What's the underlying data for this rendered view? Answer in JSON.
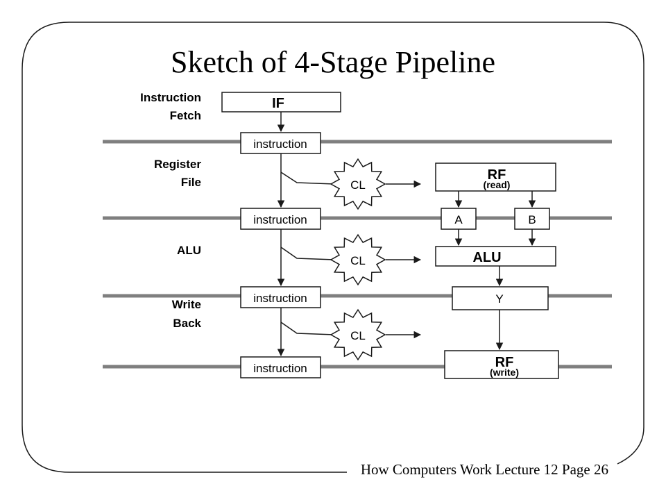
{
  "slide": {
    "title": "Sketch of 4-Stage Pipeline",
    "footer": "How Computers Work Lecture 12 Page 26"
  },
  "stages": {
    "fetch_line1": "Instruction",
    "fetch_line2": "Fetch",
    "regfile_line1": "Register",
    "regfile_line2": "File",
    "alu": "ALU",
    "writeback_line1": "Write",
    "writeback_line2": "Back"
  },
  "blocks": {
    "if": "IF",
    "instruction": "instruction",
    "rf": "RF",
    "rf_read": "(read)",
    "rf_write": "(write)",
    "a": "A",
    "b": "B",
    "alu": "ALU",
    "y": "Y",
    "cl": "CL"
  },
  "colors": {
    "stroke": "#1a1a1a",
    "pipeline_register": "#7f7f7f"
  }
}
